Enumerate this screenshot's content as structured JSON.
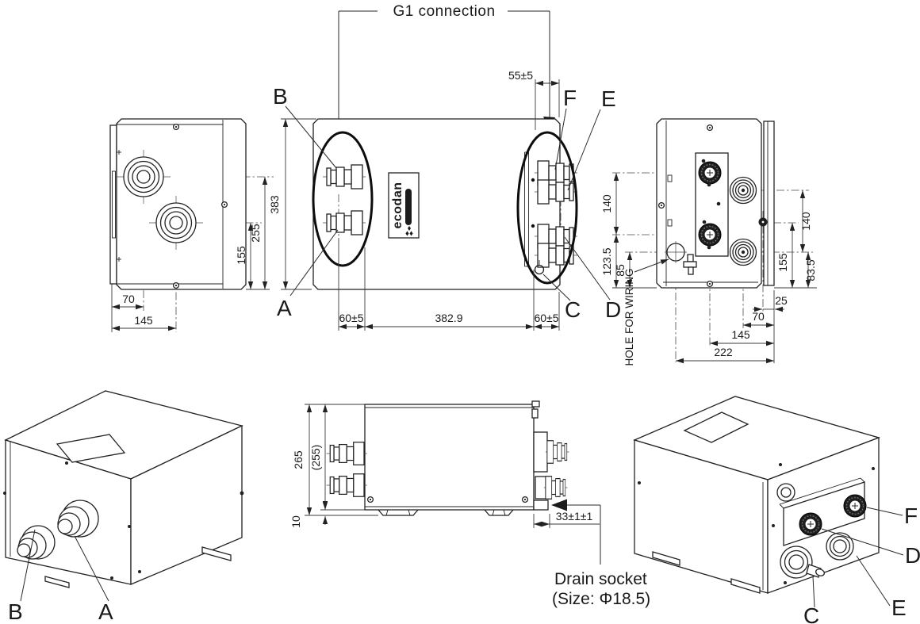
{
  "callouts": {
    "g1": "G1 connection",
    "hole_wiring": "HOLE FOR WIRING",
    "drain_line1": "Drain socket",
    "drain_line2": "(Size: Φ18.5)"
  },
  "labels": {
    "a": "A",
    "b": "B",
    "c": "C",
    "d": "D",
    "e": "E",
    "f": "F"
  },
  "brand": {
    "name": "ecodan"
  },
  "dims": {
    "left_view": {
      "v255": "255",
      "v155": "155",
      "h70": "70",
      "h145": "145"
    },
    "front_view": {
      "height": "383",
      "top": "55±5",
      "bl": "60±5",
      "bw": "382.9",
      "br": "60±5"
    },
    "back_view": {
      "l140": "140",
      "l1235": "123.5",
      "l85": "85",
      "r140": "140",
      "r155": "155",
      "r835": "83.5",
      "b25": "25",
      "b70": "70",
      "b145": "145",
      "b222": "222"
    },
    "side_view": {
      "v265": "265",
      "v255": "(255)",
      "v10": "10",
      "h33": "33±1±1"
    }
  },
  "colors": {
    "ink": "#1a1a1a",
    "background": "#ffffff"
  }
}
